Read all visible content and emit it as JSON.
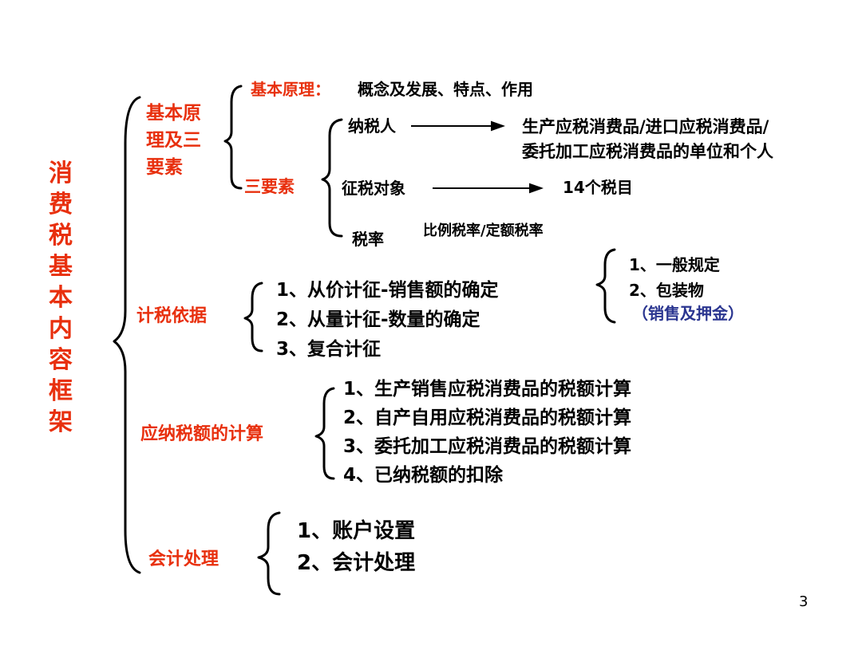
{
  "title_chars": [
    "消",
    "费",
    "税",
    "基",
    "本",
    "内",
    "容",
    "框",
    "架"
  ],
  "sections": {
    "principles": {
      "label": [
        "基本原",
        "理及三",
        "要素"
      ],
      "basic_label": "基本原理：",
      "basic_text": "概念及发展、特点、作用",
      "three_elements": "三要素",
      "taxpayer": "纳税人",
      "taxpayer_desc": [
        "生产应税消费品/进口应税消费品/",
        "委托加工应税消费品的单位和个人"
      ],
      "object": "征税对象",
      "object_desc": "14个税目",
      "rate": "税率",
      "rate_desc": "比例税率/定额税率"
    },
    "basis": {
      "label": "计税依据",
      "items": [
        "1、从价计征-销售额的确定",
        "2、从量计征-数量的确定",
        "3、复合计征"
      ],
      "sub_items": [
        "1、一般规定",
        "2、包装物"
      ],
      "sub_note": "（销售及押金）"
    },
    "calculation": {
      "label": "应纳税额的计算",
      "items": [
        "1、生产销售应税消费品的税额计算",
        "2、自产自用应税消费品的税额计算",
        "3、委托加工应税消费品的税额计算",
        "4、已纳税额的扣除"
      ]
    },
    "accounting": {
      "label": "会计处理",
      "items": [
        "1、账户设置",
        "2、会计处理"
      ]
    }
  },
  "page_number": "3",
  "colors": {
    "accent_red": "#e8300e",
    "note_blue": "#2a3590",
    "text": "#000000"
  }
}
